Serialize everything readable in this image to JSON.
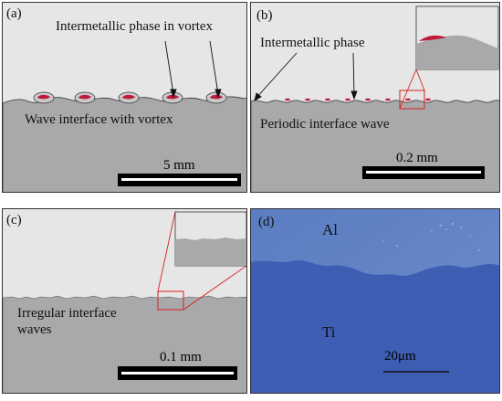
{
  "panels": {
    "a": {
      "label": "(a)",
      "annotation": "Intermetallic phase in vortex",
      "interface_text": "Wave interface with vortex",
      "scale": "5 mm"
    },
    "b": {
      "label": "(b)",
      "annotation": "Intermetallic phase",
      "interface_text": "Periodic interface wave",
      "scale": "0.2 mm"
    },
    "c": {
      "label": "(c)",
      "interface_text_line1": "Irregular interface",
      "interface_text_line2": "waves",
      "scale": "0.1 mm"
    },
    "d": {
      "label": "(d)",
      "top_material": "Al",
      "bottom_material": "Ti",
      "scale": "20μm"
    }
  },
  "colors": {
    "metal_gray": "#a9a9ab",
    "light_bg": "#e6e6e6",
    "intermetallic_red": "#c0193a",
    "zoom_red": "#d62020",
    "micro_al": "#5d7fc0",
    "micro_ti": "#3f5fb3"
  }
}
